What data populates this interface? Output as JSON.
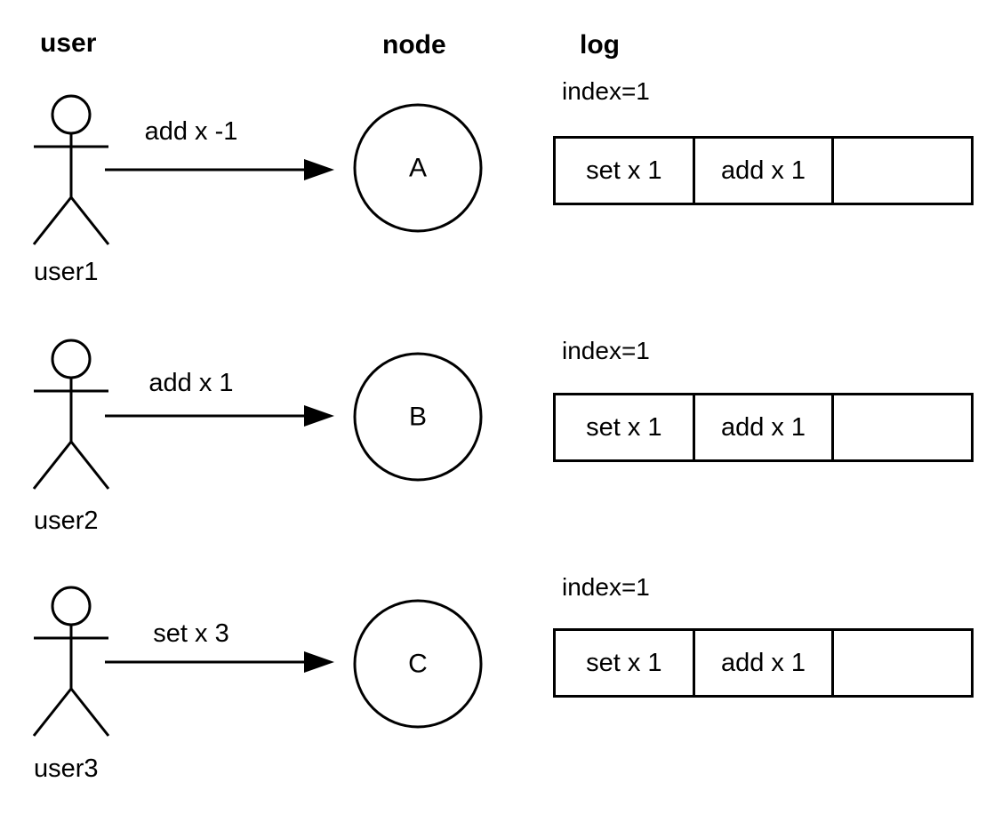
{
  "page": {
    "background": "#ffffff",
    "ink": "#000000"
  },
  "headers": {
    "user": "user",
    "node": "node",
    "log": "log"
  },
  "rows": [
    {
      "user": "user1",
      "command": "add x -1",
      "node": "A",
      "log": {
        "index_label": "index=1",
        "cells": [
          "set x 1",
          "add x 1",
          ""
        ]
      }
    },
    {
      "user": "user2",
      "command": "add x 1",
      "node": "B",
      "log": {
        "index_label": "index=1",
        "cells": [
          "set x 1",
          "add x 1",
          ""
        ]
      }
    },
    {
      "user": "user3",
      "command": "set x 3",
      "node": "C",
      "log": {
        "index_label": "index=1",
        "cells": [
          "set x 1",
          "add x 1",
          ""
        ]
      }
    }
  ]
}
